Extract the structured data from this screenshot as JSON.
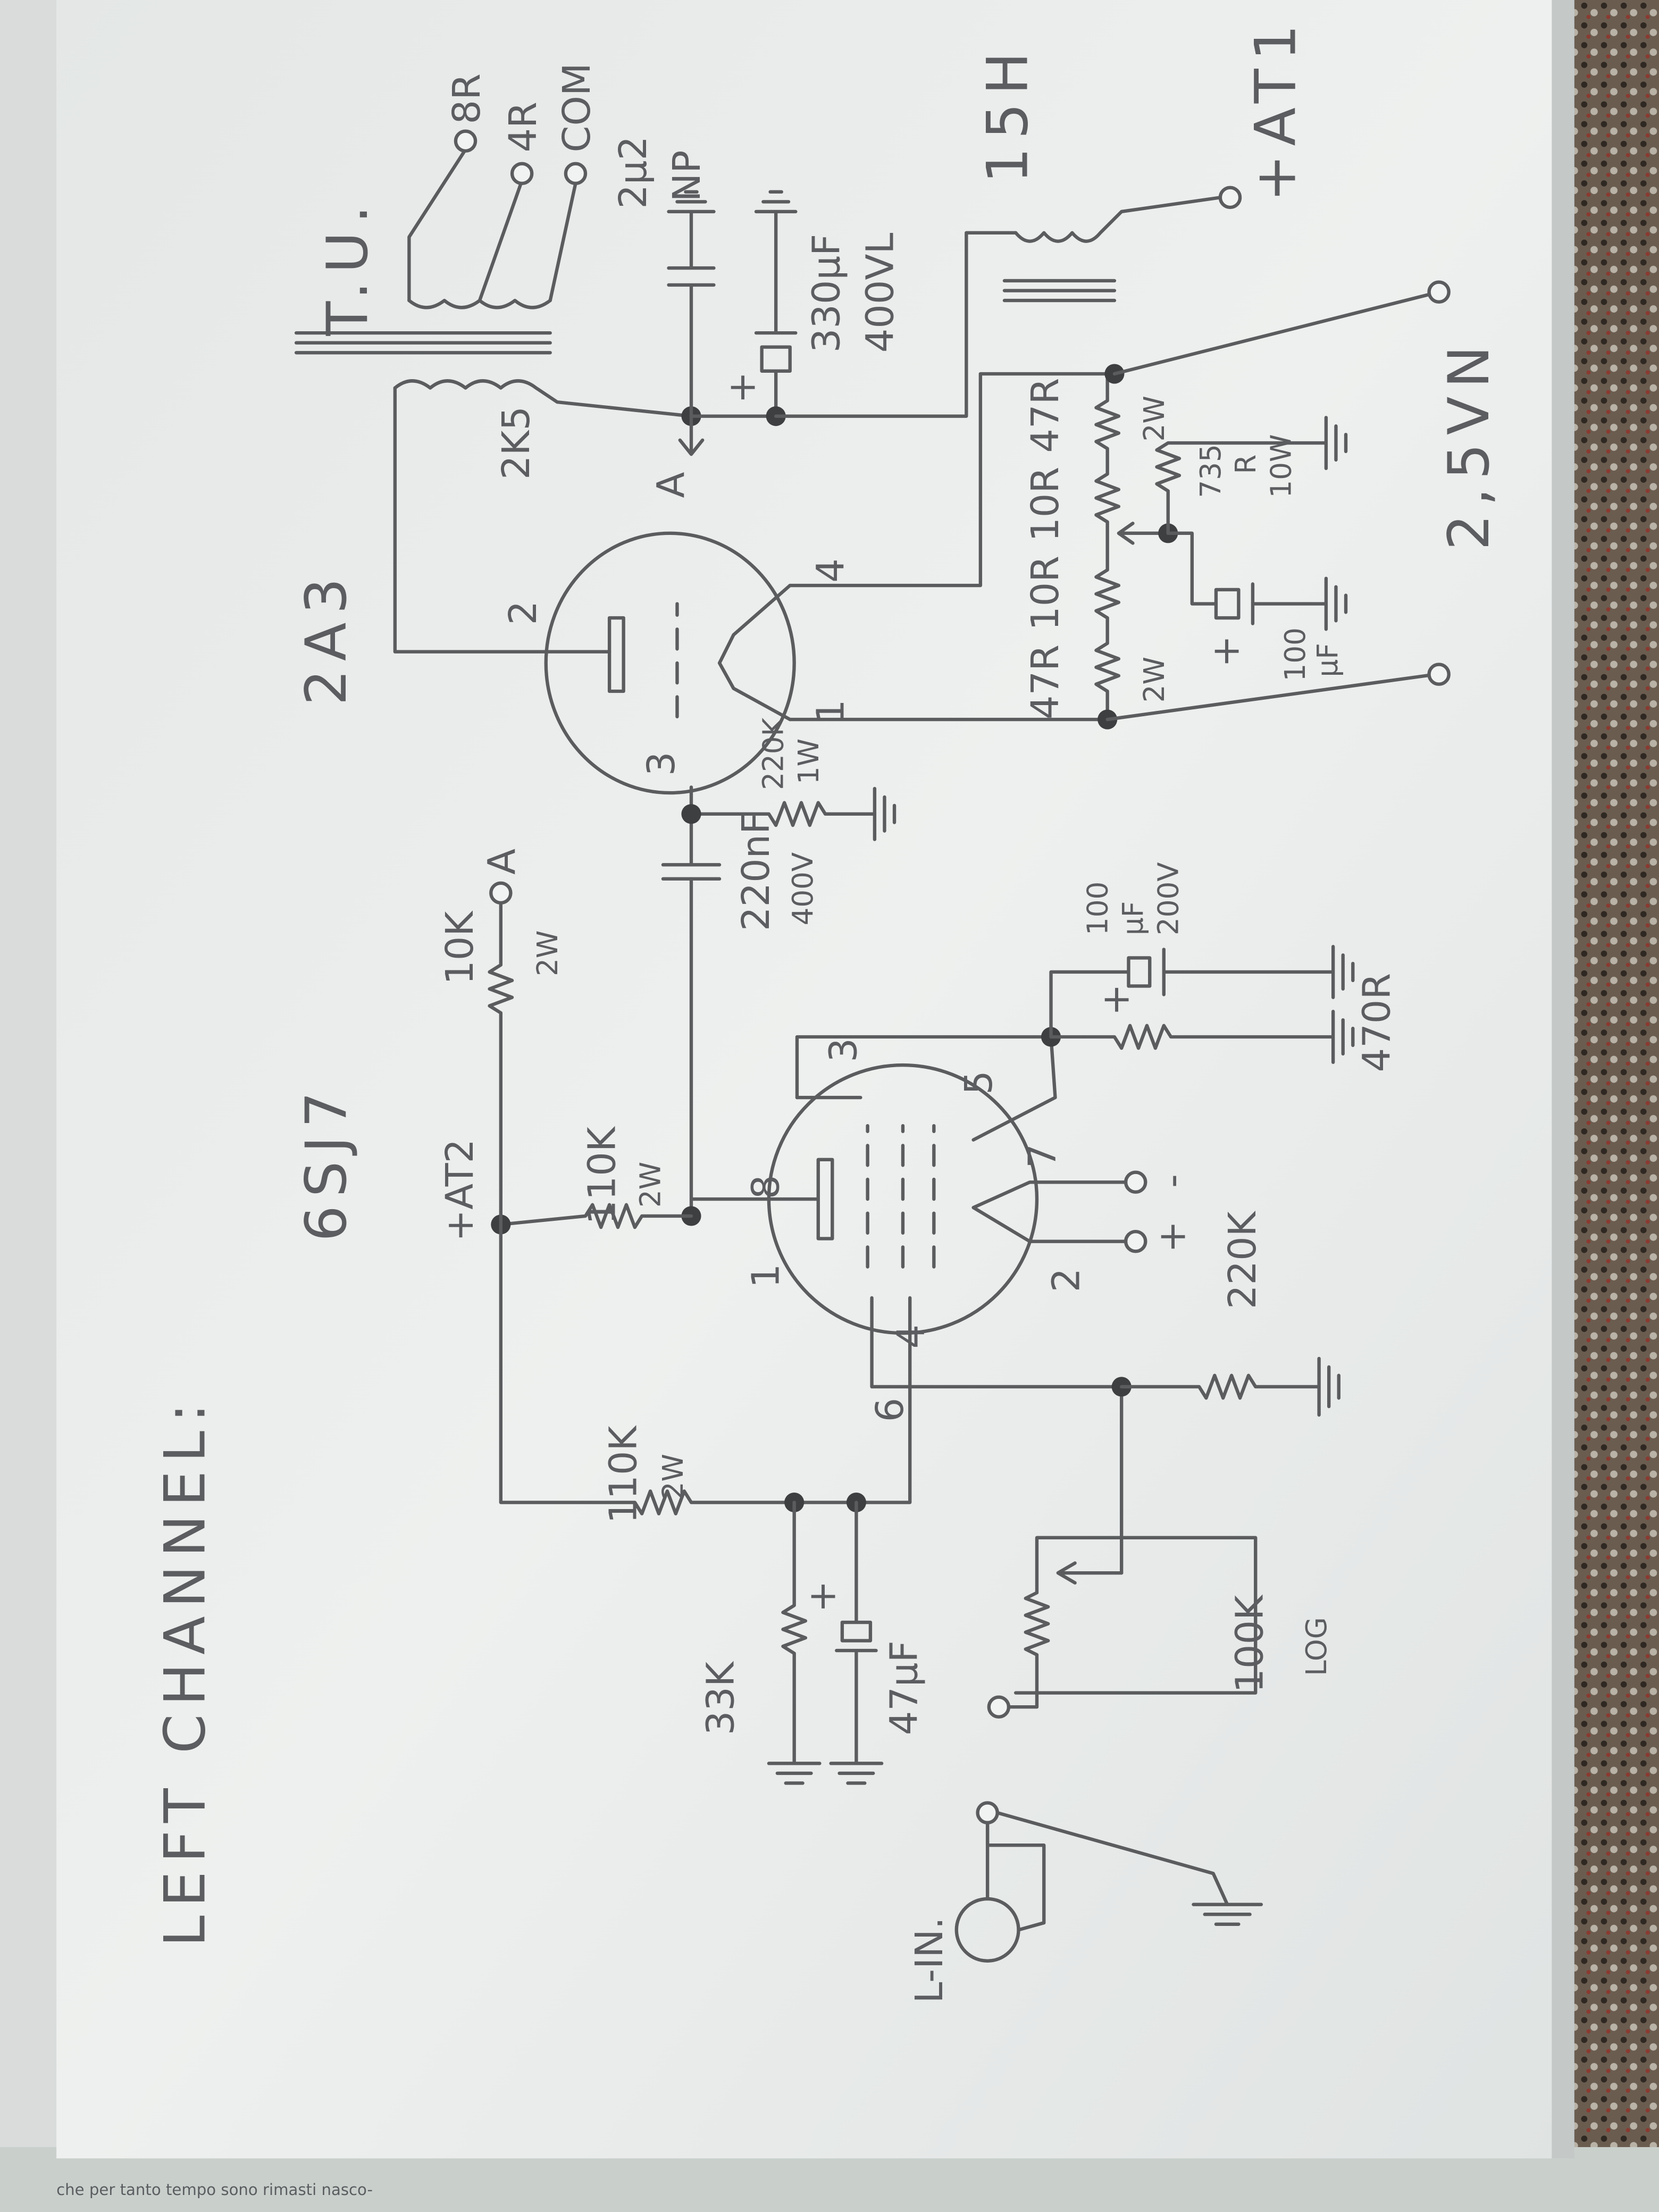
{
  "title": "LEFT CHANNEL:",
  "tubes": {
    "driver": "6SJ7",
    "output": "2A3",
    "output_transformer": "T.U."
  },
  "input": {
    "label": "L-IN.",
    "pot_value": "100K",
    "pot_taper": "LOG"
  },
  "driver_stage": {
    "r_grid": "220K",
    "r_cathode": "470R",
    "c_cathode": [
      "100",
      "µF",
      "200V"
    ],
    "r_plate": [
      "110K",
      "2W"
    ],
    "r_screen": [
      "110K",
      "2W"
    ],
    "r_screen_bypass": "33K",
    "c_screen": "47µF",
    "r_decouple": [
      "10K",
      "2W"
    ],
    "supply_label": "+AT2",
    "node_a": "A",
    "heater_plus": "+",
    "heater_minus": "-",
    "pins": {
      "p1": "1",
      "p2": "2",
      "p3": "3",
      "p4": "4",
      "p5": "5",
      "p6": "6",
      "p7": "7",
      "p8": "8"
    }
  },
  "coupling_cap": [
    "220nF",
    "400V"
  ],
  "output_stage": {
    "r_grid": [
      "220K",
      "1W"
    ],
    "pins": {
      "grid": "3",
      "plate": "2",
      "fil1": "1",
      "fil4": "4"
    },
    "primary_impedance": "2K5",
    "node_a": "A",
    "taps": [
      "8R",
      "4R",
      "COM"
    ],
    "c_np": [
      "2µ2",
      "NP"
    ],
    "c_filter": [
      "330µF",
      "400VL"
    ],
    "choke": "15H",
    "supply_label": "+AT1",
    "hum_network": [
      "47R",
      "10R",
      "10R",
      "47R"
    ],
    "hum_watt_left": "2W",
    "hum_watt_right": "2W",
    "r_bias": [
      "735",
      "R",
      "10W"
    ],
    "c_bias": [
      "100",
      "µF"
    ],
    "c_bias_plus": "+",
    "filament_supply": "2,5VN"
  },
  "page_fragment": "che per tanto tempo sono rimasti nasco-",
  "colors": {
    "paper": "#eceeed",
    "ink": "#5a5c5e",
    "floor": "#4b3f33"
  }
}
